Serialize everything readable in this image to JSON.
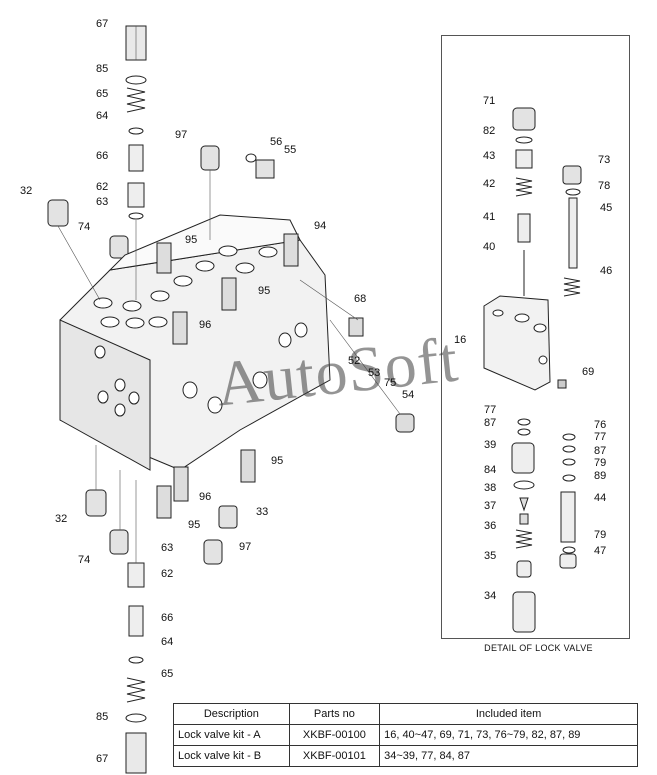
{
  "labels": [
    {
      "id": "67-top",
      "text": "67"
    },
    {
      "id": "85-top",
      "text": "85"
    },
    {
      "id": "65-top",
      "text": "65"
    },
    {
      "id": "64-top",
      "text": "64"
    },
    {
      "id": "66-top",
      "text": "66"
    },
    {
      "id": "62-top",
      "text": "62"
    },
    {
      "id": "63-top",
      "text": "63"
    },
    {
      "id": "32-top",
      "text": "32"
    },
    {
      "id": "74-top",
      "text": "74"
    },
    {
      "id": "97-top",
      "text": "97"
    },
    {
      "id": "56",
      "text": "56"
    },
    {
      "id": "55",
      "text": "55"
    },
    {
      "id": "95-a",
      "text": "95"
    },
    {
      "id": "94",
      "text": "94"
    },
    {
      "id": "95-b",
      "text": "95"
    },
    {
      "id": "96-a",
      "text": "96"
    },
    {
      "id": "68",
      "text": "68"
    },
    {
      "id": "52",
      "text": "52"
    },
    {
      "id": "53",
      "text": "53"
    },
    {
      "id": "75",
      "text": "75"
    },
    {
      "id": "54",
      "text": "54"
    },
    {
      "id": "95-c",
      "text": "95"
    },
    {
      "id": "96-b",
      "text": "96"
    },
    {
      "id": "95-d",
      "text": "95"
    },
    {
      "id": "33",
      "text": "33"
    },
    {
      "id": "32-bot",
      "text": "32"
    },
    {
      "id": "97-bot",
      "text": "97"
    },
    {
      "id": "74-bot",
      "text": "74"
    },
    {
      "id": "63-bot",
      "text": "63"
    },
    {
      "id": "62-bot",
      "text": "62"
    },
    {
      "id": "66-bot",
      "text": "66"
    },
    {
      "id": "64-bot",
      "text": "64"
    },
    {
      "id": "65-bot",
      "text": "65"
    },
    {
      "id": "85-bot",
      "text": "85"
    },
    {
      "id": "67-bot",
      "text": "67"
    },
    {
      "id": "71",
      "text": "71"
    },
    {
      "id": "82",
      "text": "82"
    },
    {
      "id": "43",
      "text": "43"
    },
    {
      "id": "42",
      "text": "42"
    },
    {
      "id": "41",
      "text": "41"
    },
    {
      "id": "40",
      "text": "40"
    },
    {
      "id": "73",
      "text": "73"
    },
    {
      "id": "78",
      "text": "78"
    },
    {
      "id": "45",
      "text": "45"
    },
    {
      "id": "46",
      "text": "46"
    },
    {
      "id": "16",
      "text": "16"
    },
    {
      "id": "69",
      "text": "69"
    },
    {
      "id": "77-a",
      "text": "77"
    },
    {
      "id": "87-a",
      "text": "87"
    },
    {
      "id": "39",
      "text": "39"
    },
    {
      "id": "84",
      "text": "84"
    },
    {
      "id": "38",
      "text": "38"
    },
    {
      "id": "37",
      "text": "37"
    },
    {
      "id": "36",
      "text": "36"
    },
    {
      "id": "35",
      "text": "35"
    },
    {
      "id": "34",
      "text": "34"
    },
    {
      "id": "76",
      "text": "76"
    },
    {
      "id": "77-b",
      "text": "77"
    },
    {
      "id": "87-b",
      "text": "87"
    },
    {
      "id": "79-a",
      "text": "79"
    },
    {
      "id": "89",
      "text": "89"
    },
    {
      "id": "44",
      "text": "44"
    },
    {
      "id": "79-b",
      "text": "79"
    },
    {
      "id": "47",
      "text": "47"
    }
  ],
  "watermark": "AutoSoft",
  "detail_title": "DETAIL OF LOCK VALVE",
  "table": {
    "headers": [
      "Description",
      "Parts no",
      "Included item"
    ],
    "rows": [
      [
        "Lock valve kit - A",
        "XKBF-00100",
        "16, 40~47, 69, 71, 73, 76~79, 82, 87, 89"
      ],
      [
        "Lock valve kit - B",
        "XKBF-00101",
        "34~39, 77, 84, 87"
      ]
    ]
  }
}
